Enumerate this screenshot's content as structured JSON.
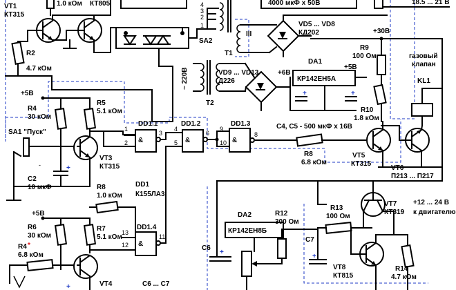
{
  "colors": {
    "wire": "#000000",
    "plus_marker": "#1d39c4",
    "star_marker": "#e0191e",
    "background": "#ffffff"
  },
  "labels": {
    "vt1_name": "VT1",
    "vt1_type": "КТ315",
    "top_resistor_value": "1.0 кОм",
    "top_transistor_type": "КТ805",
    "r2_name": "R2",
    "r2_value": "4.7 кОм",
    "sa2_name": "SA2",
    "transformer_pins": [
      "4",
      "3",
      "2",
      "1"
    ],
    "t1_name": "T1",
    "t1_winding": "III",
    "cap_spec_top": "4000 мкФ х 50В",
    "vd5_8": "VD5 ... VD8",
    "vd5_8_type": "КД202",
    "supply_top_right": "18.5 ... 21 В",
    "v30": "+30В",
    "r9_name": "R9",
    "r9_value": "100 Ом",
    "valve_label_1": "газовый",
    "valve_label_2": "клапан",
    "valve_kl": "KL1",
    "v220": "~ 220В",
    "t2_name": "T2",
    "vd9_13": "VD9 ... VD13",
    "vd9_13_type": "Д226",
    "v6": "+6В",
    "da1_name": "DA1",
    "da1_type": "КР142ЕН5А",
    "v5_da1": "+5В",
    "r10_name": "R10",
    "r10_value": "1.8 кОм",
    "c4c5_spec": "С4, С5 - 500 мкФ х 16В",
    "v5_left": "+5В",
    "r4_top_name": "R4",
    "r4_top_value": "30 кОм",
    "r5_name": "R5",
    "r5_value": "5.1 кОм",
    "sa1_label": "SA1 \"Пуск\"",
    "vt3_name": "VT3",
    "vt3_type": "КТ315",
    "c2_name": "C2",
    "c2_value": "10 мкФ",
    "dd1_1": "DD1.1",
    "dd1_2": "DD1.2",
    "dd1_3": "DD1.3",
    "dd1_4": "DD1.4",
    "amp": "&",
    "pin_1": "1",
    "pin_2": "2",
    "pin_3": "3",
    "pin_4": "4",
    "pin_5": "5",
    "pin_6": "6",
    "pin_8": "8",
    "pin_9": "9",
    "pin_10": "10",
    "pin_11": "11",
    "pin_12": "12",
    "pin_13": "13",
    "r8_left_name": "R8",
    "r8_left_value": "1.0 кОм",
    "dd1_name": "DD1",
    "dd1_type": "К155ЛА3",
    "r8_mid_name": "R8",
    "r8_mid_value": "6.8 кОм",
    "vt5_name": "VT5",
    "vt5_type": "КТ315",
    "vt6_name": "VT6",
    "vt6_type": "П213 ... П217",
    "v5_left2": "+5В",
    "r6_name": "R6",
    "r6_value": "30 кОм",
    "r7_name": "R7",
    "r7_value": "5.1 кОм",
    "r4_bot_name": "R4",
    "star": "*",
    "r4_bot_value": "6.8 кОм",
    "vt4_name": "VT4",
    "c6c7_partial": "С6 ... С7",
    "da2_name": "DA2",
    "da2_type": "КР142ЕН8Б",
    "r12_name": "R12",
    "r12_value": "300 Ом",
    "r13_name": "R13",
    "r13_value": "100 Ом",
    "vt7_name": "VT7",
    "vt7_type": "КТ819",
    "motor_supply": "+12 ... 24 В",
    "motor_label": "к двигателю",
    "c6_name": "C6",
    "c7_name": "C7",
    "vt8_name": "VT8",
    "vt8_type": "КТ815",
    "r14_name": "R14",
    "r14_value": "4.7 кОм",
    "plus": "+"
  }
}
